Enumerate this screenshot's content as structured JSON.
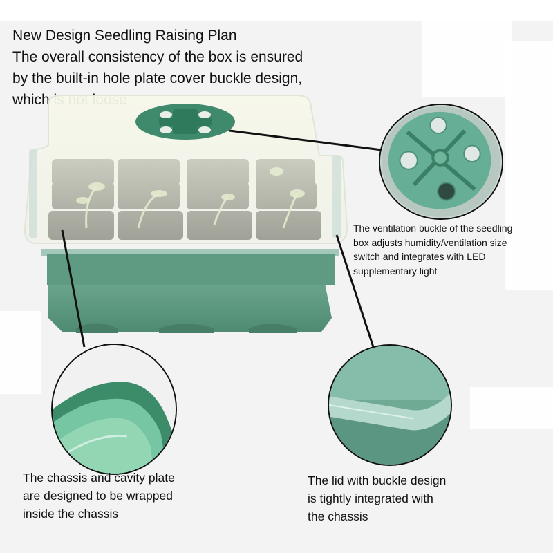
{
  "headline": {
    "title": "New Design Seedling Raising Plan",
    "lines": [
      "The overall consistency of the box is ensured",
      "by the built-in hole plate cover buckle design,",
      "which is not loose"
    ]
  },
  "callouts": {
    "ventilation": {
      "lines": [
        "The ventilation buckle of the seedling",
        "box adjusts humidity/ventilation size",
        "switch and integrates with LED",
        "supplementary light"
      ]
    },
    "chassis": {
      "lines": [
        "The chassis and cavity plate",
        "are designed to be wrapped",
        "inside the chassis"
      ]
    },
    "lid": {
      "lines": [
        "The lid with buckle design",
        "is tightly integrated with",
        "the chassis"
      ]
    }
  },
  "product": {
    "name": "seedling tray with humidity dome",
    "cells": 12,
    "colors": {
      "base_green": "#5e9a82",
      "base_dark": "#4c8870",
      "vent_green": "#3f8a6c",
      "soil": "#3b3b36",
      "dome": "#f4f6e6",
      "background": "#f3f3f3"
    }
  }
}
